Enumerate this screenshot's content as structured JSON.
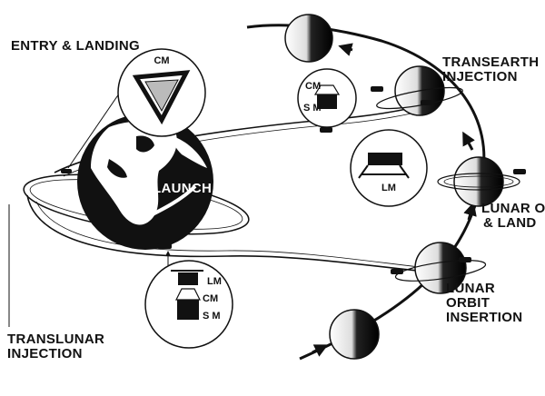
{
  "labels": {
    "entry_landing": "ENTRY & LANDING",
    "launch": "LAUNCH",
    "transearth_1": "TRANSEARTH",
    "transearth_2": "INJECTION",
    "lunar_orbit_landing_1": "LUNAR O",
    "lunar_orbit_landing_2": "& LAND",
    "lunar_orbit_insertion_1": "LUNAR",
    "lunar_orbit_insertion_2": "ORBIT",
    "lunar_orbit_insertion_3": "INSERTION",
    "translunar_1": "TRANSLUNAR",
    "translunar_2": "INJECTION"
  },
  "insets": {
    "entry": {
      "title": "CM"
    },
    "transearth": {
      "cm": "CM",
      "sm": "S M"
    },
    "landing": {
      "lm": "LM"
    },
    "translunar": {
      "lm": "LM",
      "cm": "CM",
      "sm": "S M"
    }
  },
  "colors": {
    "ink": "#111111",
    "paper": "#ffffff"
  }
}
